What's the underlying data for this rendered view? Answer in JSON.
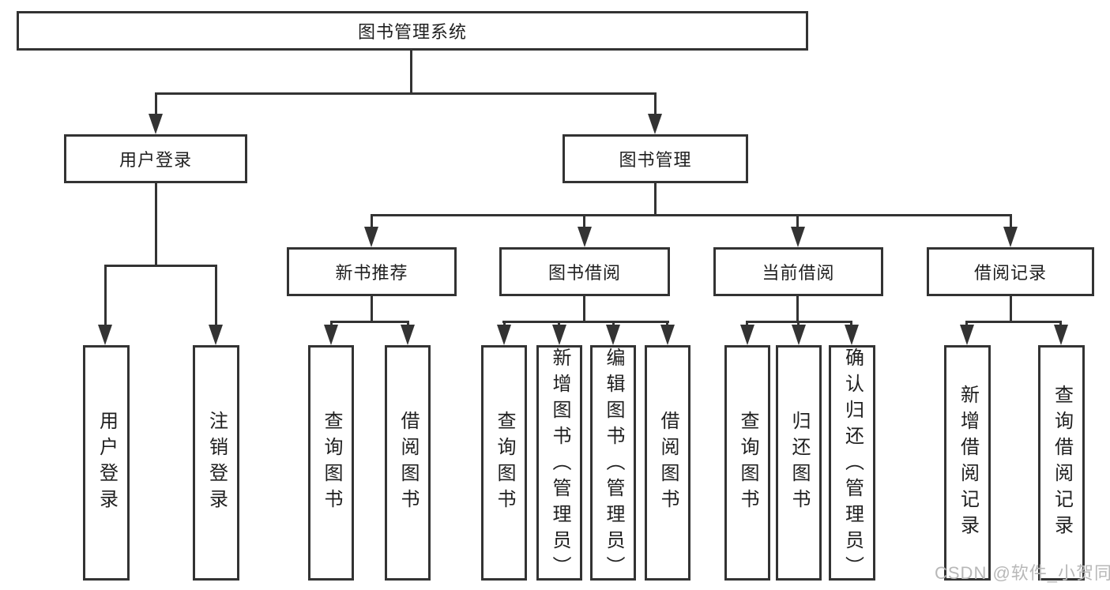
{
  "tree": {
    "root": {
      "label": "图书管理系统",
      "children": [
        {
          "label": "用户登录",
          "children": [
            {
              "label": "用户登录"
            },
            {
              "label": "注销登录"
            }
          ]
        },
        {
          "label": "图书管理",
          "children": [
            {
              "label": "新书推荐",
              "children": [
                {
                  "label": "查询图书"
                },
                {
                  "label": "借阅图书"
                }
              ]
            },
            {
              "label": "图书借阅",
              "children": [
                {
                  "label": "查询图书"
                },
                {
                  "label": "新增图书（管理员）"
                },
                {
                  "label": "编辑图书（管理员）"
                },
                {
                  "label": "借阅图书"
                }
              ]
            },
            {
              "label": "当前借阅",
              "children": [
                {
                  "label": "查询图书"
                },
                {
                  "label": "归还图书"
                },
                {
                  "label": "确认归还（管理员）"
                }
              ]
            },
            {
              "label": "借阅记录",
              "children": [
                {
                  "label": "新增借阅记录"
                },
                {
                  "label": "查询借阅记录"
                }
              ]
            }
          ]
        }
      ]
    }
  },
  "watermark": {
    "text": "CSDN @软件_小贺同学"
  },
  "colors": {
    "line": "#333333",
    "text": "#1f1f1f",
    "background": "#ffffff",
    "watermark": "#b8b8b8"
  }
}
